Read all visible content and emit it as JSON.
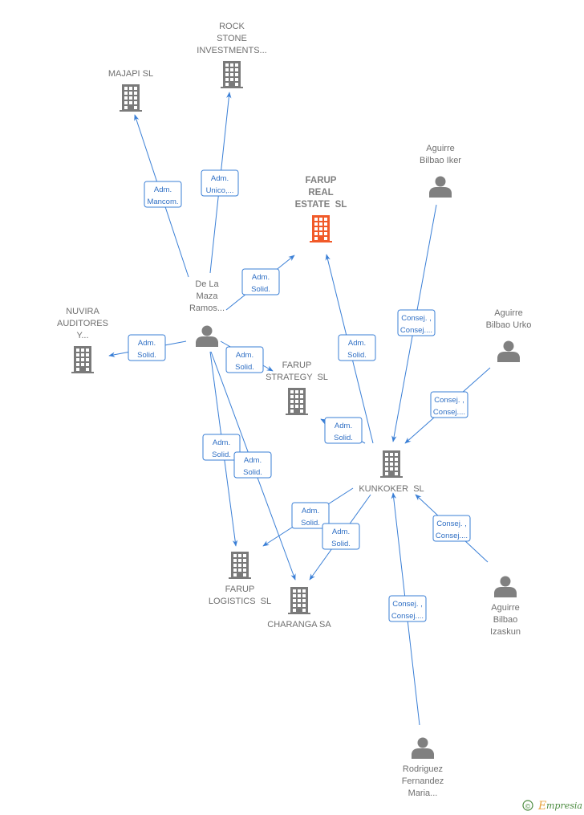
{
  "colors": {
    "edge": "#3a7fd6",
    "edge_text": "#2f6fc4",
    "company": "#7a7a7a",
    "focal_company": "#f15a29",
    "person": "#808080",
    "label": "#6f6f6f",
    "watermark": "#4a8a3e"
  },
  "nodes": [
    {
      "id": "rock",
      "type": "company",
      "icon": "building-icon",
      "lines": [
        "ROCK",
        "STONE",
        "INVESTMENTS..."
      ]
    },
    {
      "id": "majapi",
      "type": "company",
      "icon": "building-icon",
      "lines": [
        "MAJAPI SL"
      ]
    },
    {
      "id": "farup_real",
      "type": "company",
      "focal": true,
      "icon": "building-icon",
      "lines": [
        "FARUP",
        "REAL",
        "ESTATE  SL"
      ]
    },
    {
      "id": "aguirre_iker",
      "type": "person",
      "icon": "person-icon",
      "lines": [
        "Aguirre",
        "Bilbao Iker"
      ]
    },
    {
      "id": "aguirre_urko",
      "type": "person",
      "icon": "person-icon",
      "lines": [
        "Aguirre",
        "Bilbao Urko"
      ]
    },
    {
      "id": "delamaza",
      "type": "person",
      "icon": "person-icon",
      "lines": [
        "De La",
        "Maza",
        "Ramos..."
      ]
    },
    {
      "id": "nuvira",
      "type": "company",
      "icon": "building-icon",
      "lines": [
        "NUVIRA",
        "AUDITORES",
        "Y..."
      ]
    },
    {
      "id": "farup_strategy",
      "type": "company",
      "icon": "building-icon",
      "lines": [
        "FARUP",
        "STRATEGY  SL"
      ]
    },
    {
      "id": "kunkoker",
      "type": "company",
      "icon": "building-icon",
      "lines": [
        "KUNKOKER  SL"
      ]
    },
    {
      "id": "farup_logistics",
      "type": "company",
      "icon": "building-icon",
      "lines": [
        "FARUP",
        "LOGISTICS  SL"
      ]
    },
    {
      "id": "charanga",
      "type": "company",
      "icon": "building-icon",
      "lines": [
        "CHARANGA SA"
      ]
    },
    {
      "id": "aguirre_izaskun",
      "type": "person",
      "icon": "person-icon",
      "lines": [
        "Aguirre",
        "Bilbao",
        "Izaskun"
      ]
    },
    {
      "id": "rodriguez",
      "type": "person",
      "icon": "person-icon",
      "lines": [
        "Rodriguez",
        "Fernandez",
        "Maria..."
      ]
    }
  ],
  "edges": [
    {
      "from": "delamaza",
      "to": "majapi",
      "label": [
        "Adm.",
        "Mancom."
      ]
    },
    {
      "from": "delamaza",
      "to": "rock",
      "label": [
        "Adm.",
        "Unico,..."
      ]
    },
    {
      "from": "delamaza",
      "to": "farup_real",
      "label": [
        "Adm.",
        "Solid."
      ]
    },
    {
      "from": "delamaza",
      "to": "nuvira",
      "label": [
        "Adm.",
        "Solid."
      ]
    },
    {
      "from": "delamaza",
      "to": "farup_strategy",
      "label": [
        "Adm.",
        "Solid."
      ]
    },
    {
      "from": "delamaza",
      "to": "farup_logistics",
      "label": [
        "Adm.",
        "Solid."
      ]
    },
    {
      "from": "delamaza",
      "to": "charanga",
      "label": [
        "Adm.",
        "Solid."
      ]
    },
    {
      "from": "kunkoker",
      "to": "farup_real",
      "label": [
        "Adm.",
        "Solid."
      ]
    },
    {
      "from": "kunkoker",
      "to": "farup_strategy",
      "label": [
        "Adm.",
        "Solid."
      ]
    },
    {
      "from": "kunkoker",
      "to": "farup_logistics",
      "label": [
        "Adm.",
        "Solid."
      ]
    },
    {
      "from": "kunkoker",
      "to": "charanga",
      "label": [
        "Adm.",
        "Solid."
      ]
    },
    {
      "from": "aguirre_iker",
      "to": "kunkoker",
      "label": [
        "Consej. ,",
        "Consej...."
      ]
    },
    {
      "from": "aguirre_urko",
      "to": "kunkoker",
      "label": [
        "Consej. ,",
        "Consej...."
      ]
    },
    {
      "from": "aguirre_izaskun",
      "to": "kunkoker",
      "label": [
        "Consej. ,",
        "Consej...."
      ]
    },
    {
      "from": "rodriguez",
      "to": "kunkoker",
      "label": [
        "Consej. ,",
        "Consej...."
      ]
    }
  ],
  "watermark": {
    "symbol": "©",
    "text": "mpresia",
    "initial": "E"
  }
}
